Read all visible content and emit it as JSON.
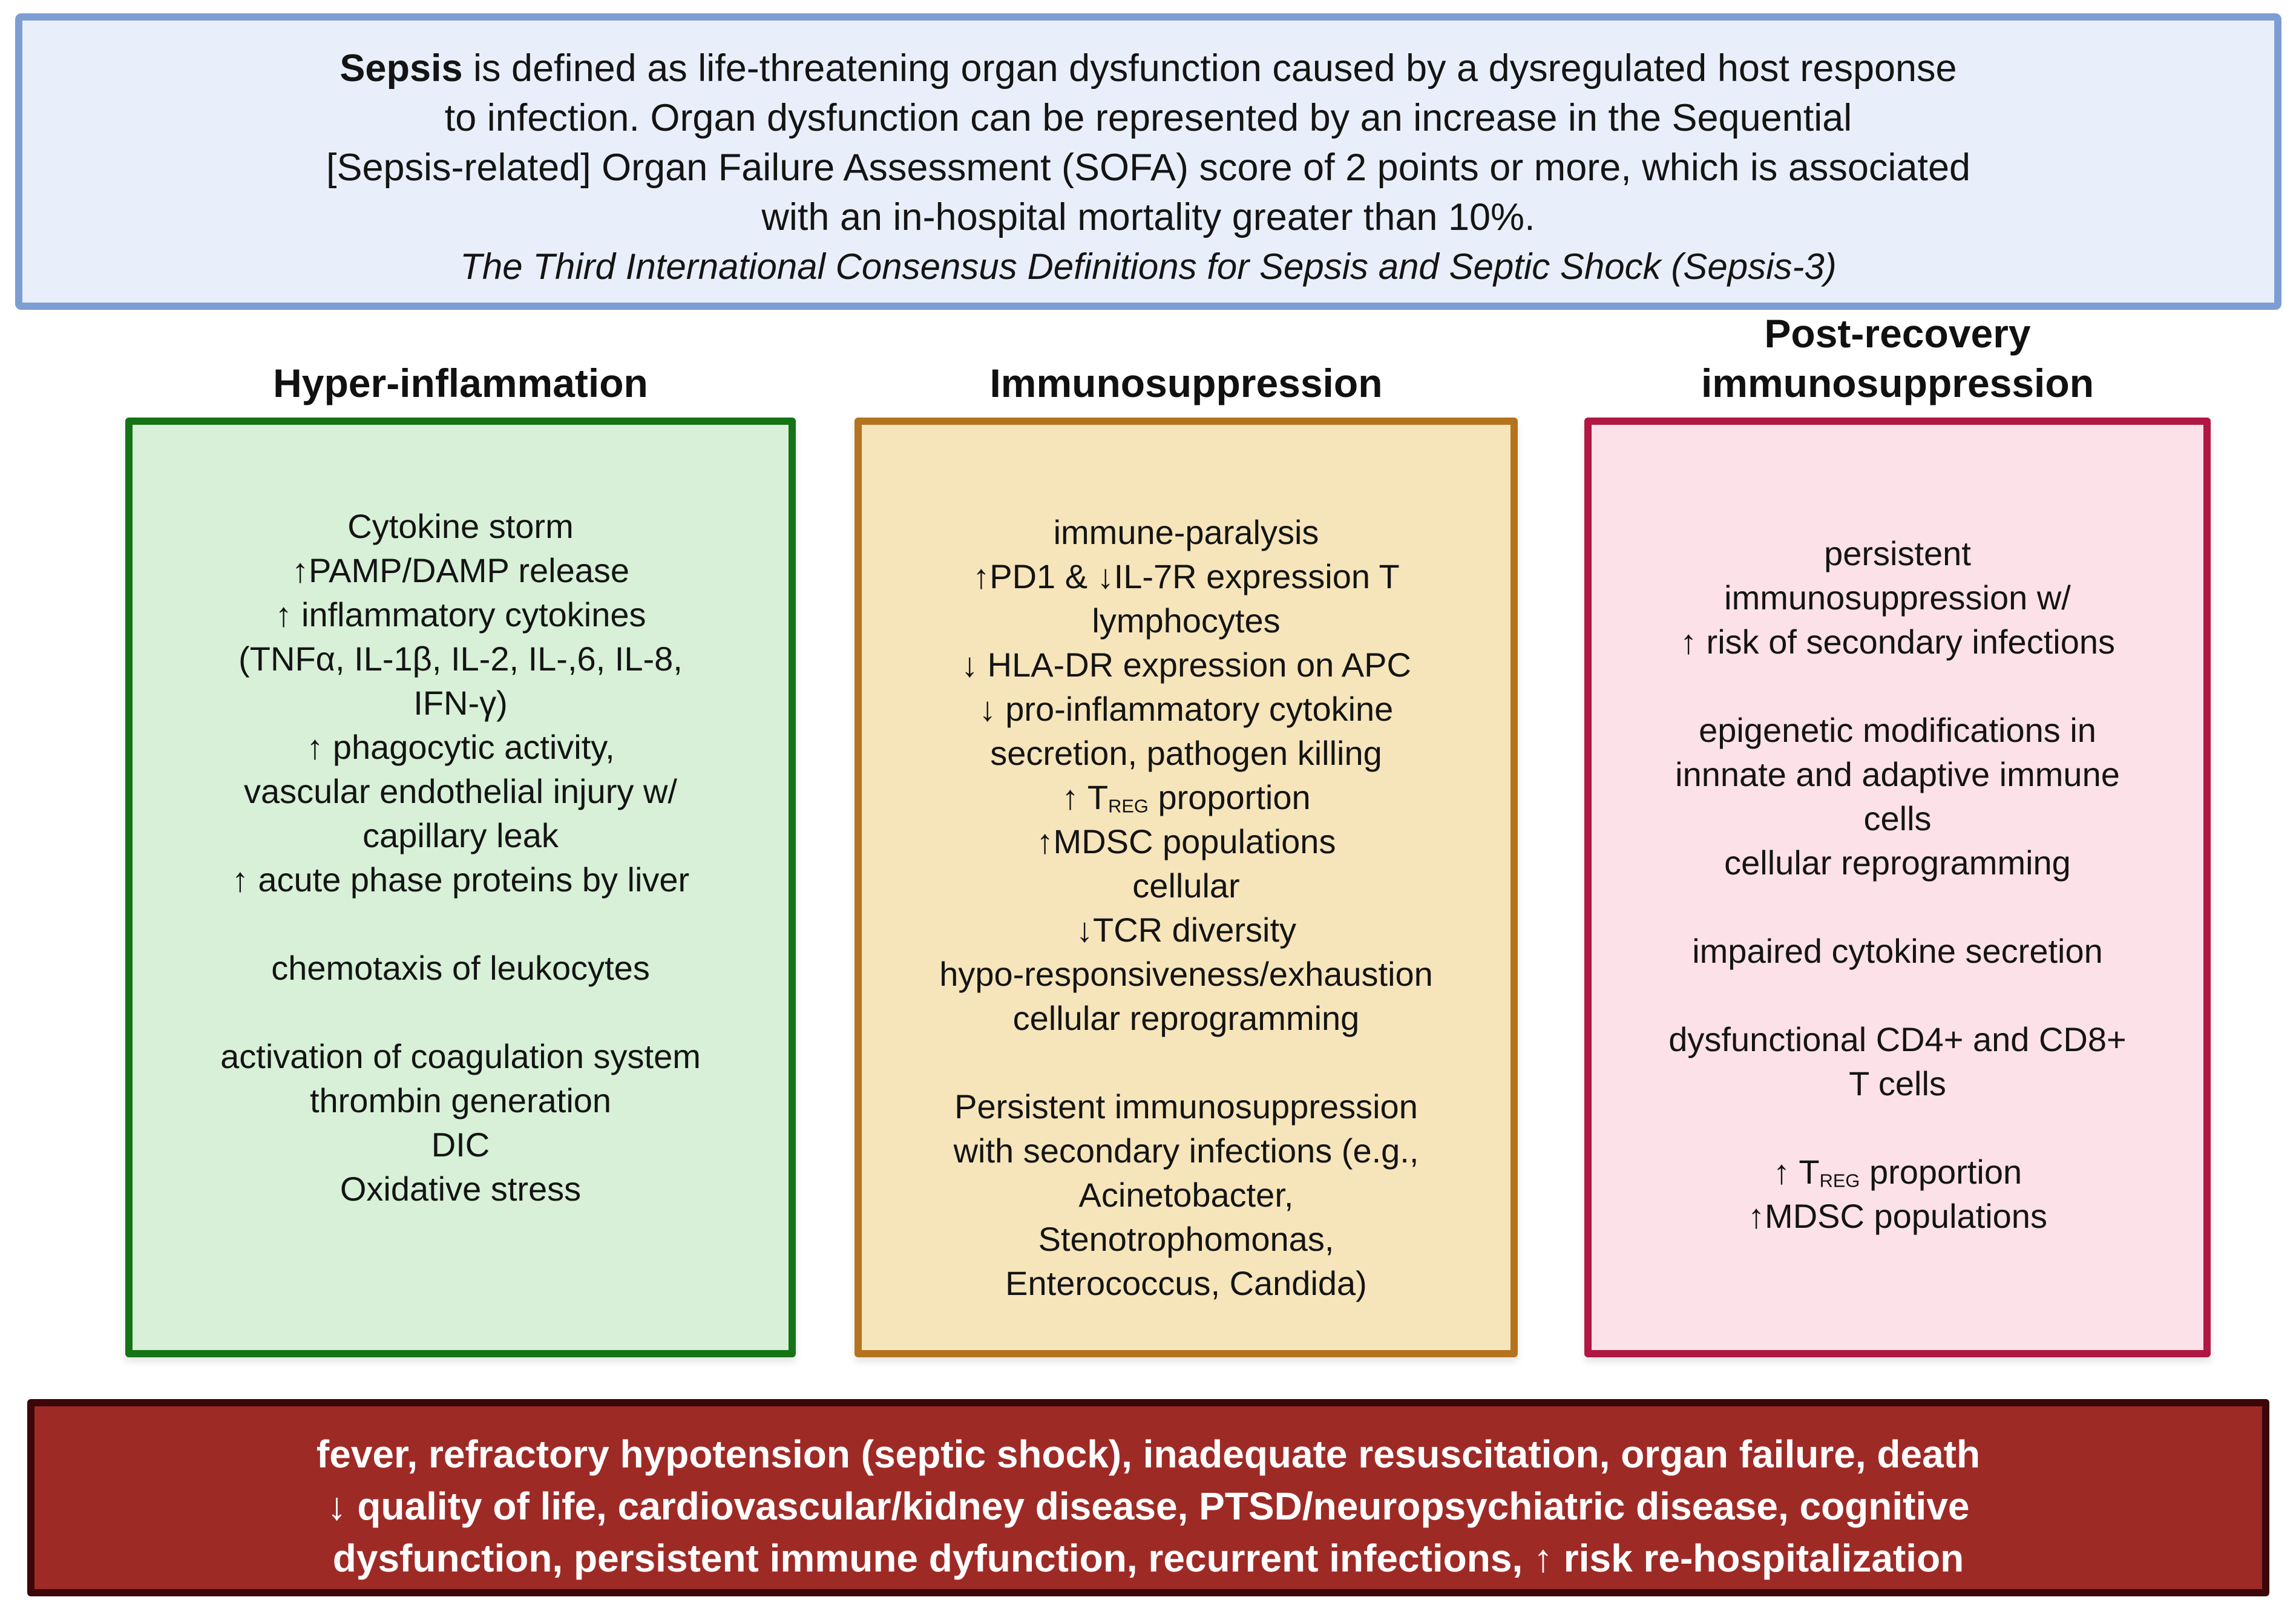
{
  "top_box": {
    "colors": {
      "fill": "#e8effa",
      "border": "#7d9ed3"
    },
    "definition_lines": [
      "**Sepsis** is defined as life-threatening organ dysfunction caused by a dysregulated host response",
      "to infection. Organ dysfunction can be represented by an increase in the Sequential",
      "[Sepsis-related] Organ Failure Assessment (SOFA) score of 2 points or more, which is associated",
      "with an in-hospital mortality greater than 10%."
    ],
    "citation": "The Third International Consensus Definitions for Sepsis and Septic Shock (Sepsis-3)"
  },
  "columns": [
    {
      "id": "hyper-inflammation",
      "header_lines": [
        "Hyper-inflammation"
      ],
      "colors": {
        "fill": "#d7f0d7",
        "border": "#157415"
      },
      "lines": [
        "Cytokine storm",
        "↑PAMP/DAMP release",
        "↑ inflammatory cytokines",
        "(TNFα, IL-1β, IL-2, IL-,6, IL-8,",
        "IFN-γ)",
        "↑ phagocytic activity,",
        "vascular endothelial injury w/",
        "capillary leak",
        "↑ acute phase proteins by liver",
        "",
        "chemotaxis of leukocytes",
        "",
        "activation of coagulation system",
        "thrombin generation",
        "DIC",
        "Oxidative stress"
      ]
    },
    {
      "id": "immunosuppression",
      "header_lines": [
        "Immunosuppression"
      ],
      "colors": {
        "fill": "#f6e5ba",
        "border": "#b5731f"
      },
      "lines": [
        "immune-paralysis",
        "↑PD1 & ↓IL-7R expression T",
        "lymphocytes",
        "↓ HLA-DR expression on APC",
        "↓ pro-inflammatory cytokine",
        "secretion, pathogen killing",
        "↑ T_REG proportion",
        "↑MDSC populations",
        "cellular",
        "↓TCR diversity",
        "hypo-responsiveness/exhaustion",
        "cellular reprogramming",
        "",
        "Persistent immunosuppression",
        "with secondary infections (e.g.,",
        "Acinetobacter,",
        "Stenotrophomonas,",
        "Enterococcus, Candida)"
      ]
    },
    {
      "id": "post-recovery-immunosuppression",
      "header_lines": [
        "Post-recovery",
        "immunosuppression"
      ],
      "colors": {
        "fill": "#fce1e8",
        "border": "#b01743"
      },
      "lines": [
        "persistent",
        "immunosuppression w/",
        "↑ risk of secondary infections",
        "",
        "epigenetic modifications in",
        "innnate and adaptive immune",
        "cells",
        "cellular reprogramming",
        "",
        "impaired cytokine secretion",
        "",
        "dysfunctional CD4+ and CD8+",
        "T cells",
        "",
        "↑ T_REG proportion",
        "↑MDSC populations"
      ]
    }
  ],
  "bottom_box": {
    "colors": {
      "fill": "#9e2a26",
      "border": "#3c0708",
      "text": "#ffffff"
    },
    "lines": [
      "fever, refractory hypotension (septic shock), inadequate resuscitation, organ failure, death",
      "↓ quality of life, cardiovascular/kidney disease, PTSD/neuropsychiatric disease, cognitive",
      "dysfunction, persistent immune dyfunction, recurrent infections, ↑ risk re-hospitalization"
    ]
  }
}
